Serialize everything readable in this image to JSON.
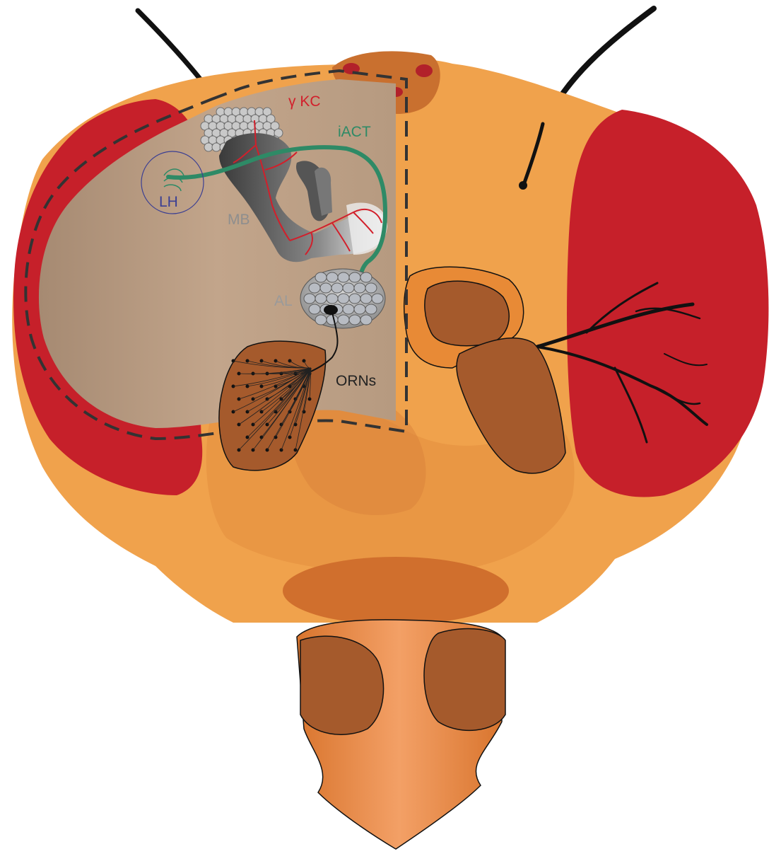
{
  "labels": {
    "gamma_kc": "γ KC",
    "iact": "iACT",
    "lh": "LH",
    "mb": "MB",
    "al": "AL",
    "orns": "ORNs"
  },
  "colors": {
    "head": "#f0a24c",
    "head_shade": "#e08c3a",
    "eye": "#c6202a",
    "brain": "#b89a80",
    "antenna": "#a55a2c",
    "neck": "#e98b44",
    "gamma_kc": "#d21f2b",
    "iact": "#2e8a66",
    "lh": "#3b3f93",
    "mb": "#8e8e8e",
    "al": "#9a9a9a",
    "orns": "#222222"
  },
  "icons": [
    "fly-head-icon",
    "bristle-icon",
    "antenna-icon",
    "mushroom-body-icon",
    "antennal-lobe-icon"
  ]
}
